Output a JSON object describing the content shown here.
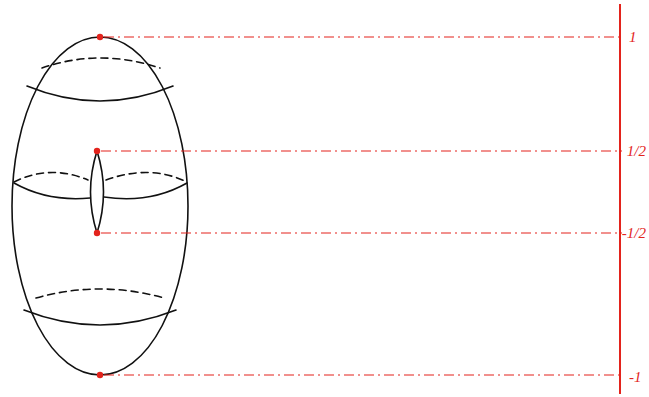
{
  "diagram": {
    "labels": [
      "1",
      "1/2",
      "-1/2",
      "-1"
    ]
  }
}
